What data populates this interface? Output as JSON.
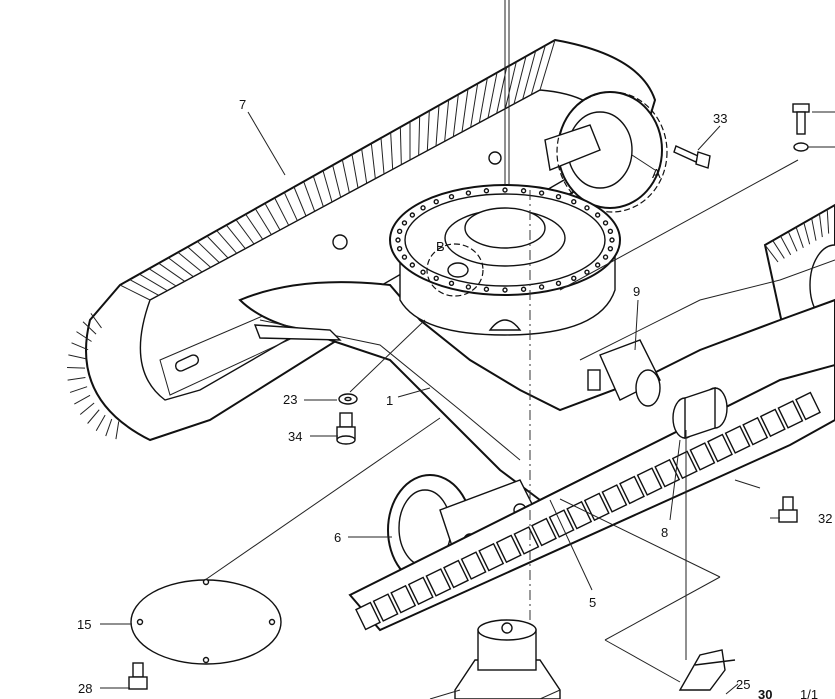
{
  "callouts": {
    "c1": "1",
    "c5": "5",
    "c6": "6",
    "c7": "7",
    "c8": "8",
    "c9": "9",
    "c15": "15",
    "c23": "23",
    "c25": "25",
    "c28": "28",
    "c30": "30",
    "c32": "32",
    "c33": "33",
    "c34": "34",
    "detailA": "A",
    "detailB": "B",
    "page": "1/1"
  }
}
